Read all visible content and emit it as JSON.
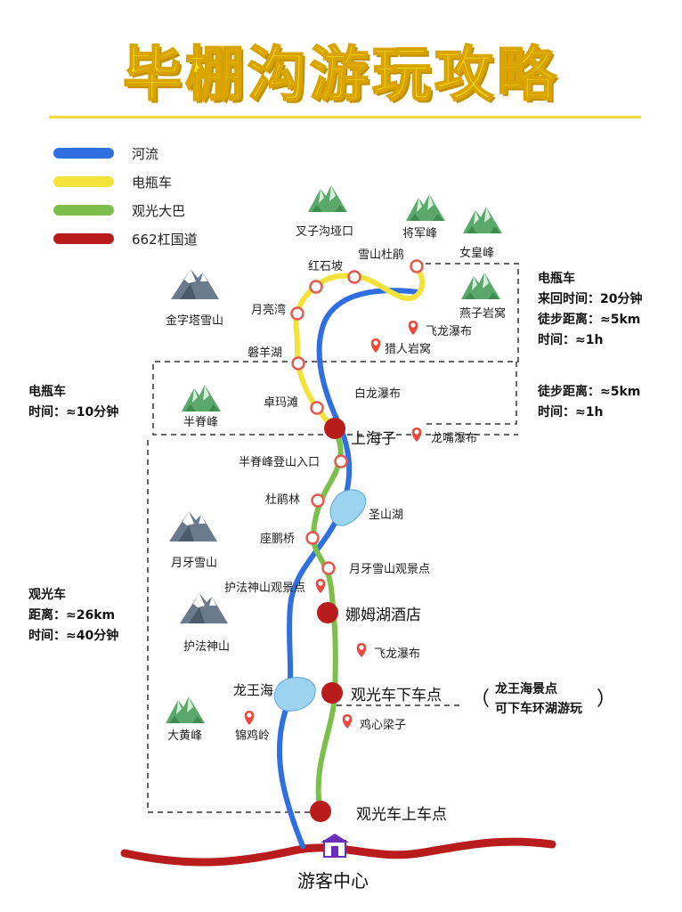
{
  "title": "毕棚沟游玩攻略",
  "legend": [
    {
      "label": "河流",
      "color": "#2f6fe0"
    },
    {
      "label": "电瓶车",
      "color": "#f3e23a"
    },
    {
      "label": "观光大巴",
      "color": "#7cbf4a"
    },
    {
      "label": "662杠国道",
      "color": "#b81c1c"
    }
  ],
  "peaks": {
    "chazigou": "叉子沟垭口",
    "jiangjun": "将军峰",
    "nvhuang": "女皇峰",
    "jinzita": "金字塔雪山",
    "yanziyan": "燕子岩窝",
    "banji": "半脊峰",
    "yueya": "月牙雪山",
    "hufa": "护法神山",
    "dahuang": "大黄峰"
  },
  "stops": {
    "xueshan_dujuan": "雪山杜鹃",
    "hongshipo": "红石坡",
    "yueliangwan": "月亮湾",
    "panyanghu": "磐羊湖",
    "zhuomatan": "卓玛滩",
    "shanghaizi": "上海子",
    "banji_entrance": "半脊峰登山入口",
    "dujuanlin": "杜鹃林",
    "zuopengqiao": "座鹏桥",
    "yueya_view": "月牙雪山观景点",
    "hufa_view": "护法神山观景点",
    "namuhu_hotel": "娜姆湖酒店",
    "bus_dropoff": "观光车下车点",
    "bus_pickup": "观光车上车点",
    "visitor_center": "游客中心"
  },
  "pois": {
    "feilong_top": "飞龙瀑布",
    "lierenyanwo": "猎人岩窝",
    "bailong": "白龙瀑布",
    "longzui": "龙嘴瀑布",
    "shengshanhu": "圣山湖",
    "feilong_mid": "飞龙瀑布",
    "longwanghai": "龙王海",
    "jixinliangzi": "鸡心梁子",
    "jinjiling": "锦鸡岭"
  },
  "notes": {
    "upper_right": [
      "电瓶车",
      "来回时间：20分钟",
      "徒步距离：≈5km",
      "时间：≈1h"
    ],
    "mid_left": [
      "电瓶车",
      "时间：≈10分钟"
    ],
    "mid_right": [
      "徒步距离：≈5km",
      "时间：≈1h"
    ],
    "bus_left": [
      "观光车",
      "距离：≈26km",
      "时间：≈40分钟"
    ],
    "longwang_note": [
      "龙王海景点",
      "可下车环湖游玩"
    ],
    "paren_open": "（",
    "paren_close": "）"
  }
}
